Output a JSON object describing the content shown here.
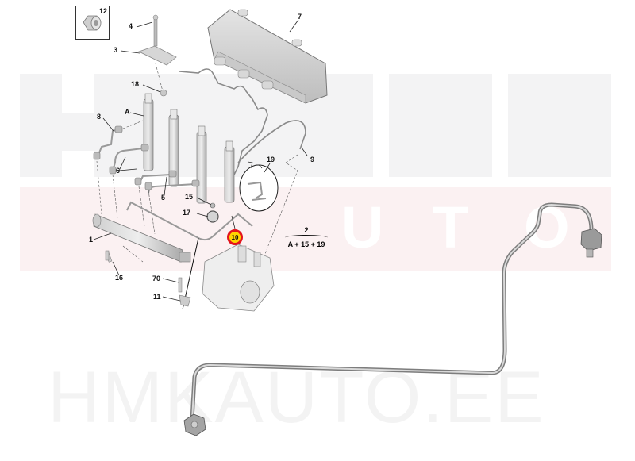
{
  "watermark": {
    "brand_top": "HMK",
    "brand_middle": "AUTO",
    "site": "HMKAUTO.EE",
    "colors": {
      "gray_band": "#f3f3f4",
      "red_band": "#fbf1f2"
    }
  },
  "diagram": {
    "inset_label": "12",
    "highlighted_part": "10",
    "highlight_colors": {
      "fill": "#ffd400",
      "ring": "#e3141c"
    },
    "labels": [
      {
        "id": "4",
        "text": "4"
      },
      {
        "id": "3",
        "text": "3"
      },
      {
        "id": "7",
        "text": "7"
      },
      {
        "id": "18",
        "text": "18"
      },
      {
        "id": "A",
        "text": "A"
      },
      {
        "id": "8",
        "text": "8"
      },
      {
        "id": "6",
        "text": "6"
      },
      {
        "id": "5",
        "text": "5"
      },
      {
        "id": "9",
        "text": "9"
      },
      {
        "id": "19",
        "text": "19"
      },
      {
        "id": "15",
        "text": "15"
      },
      {
        "id": "17",
        "text": "17"
      },
      {
        "id": "1",
        "text": "1"
      },
      {
        "id": "16",
        "text": "16"
      },
      {
        "id": "70",
        "text": "70"
      },
      {
        "id": "11",
        "text": "11"
      }
    ],
    "kit": {
      "number": "2",
      "contents": "A + 15 + 19"
    }
  },
  "product_photo": {
    "subject": "high-pressure fuel pipe"
  }
}
